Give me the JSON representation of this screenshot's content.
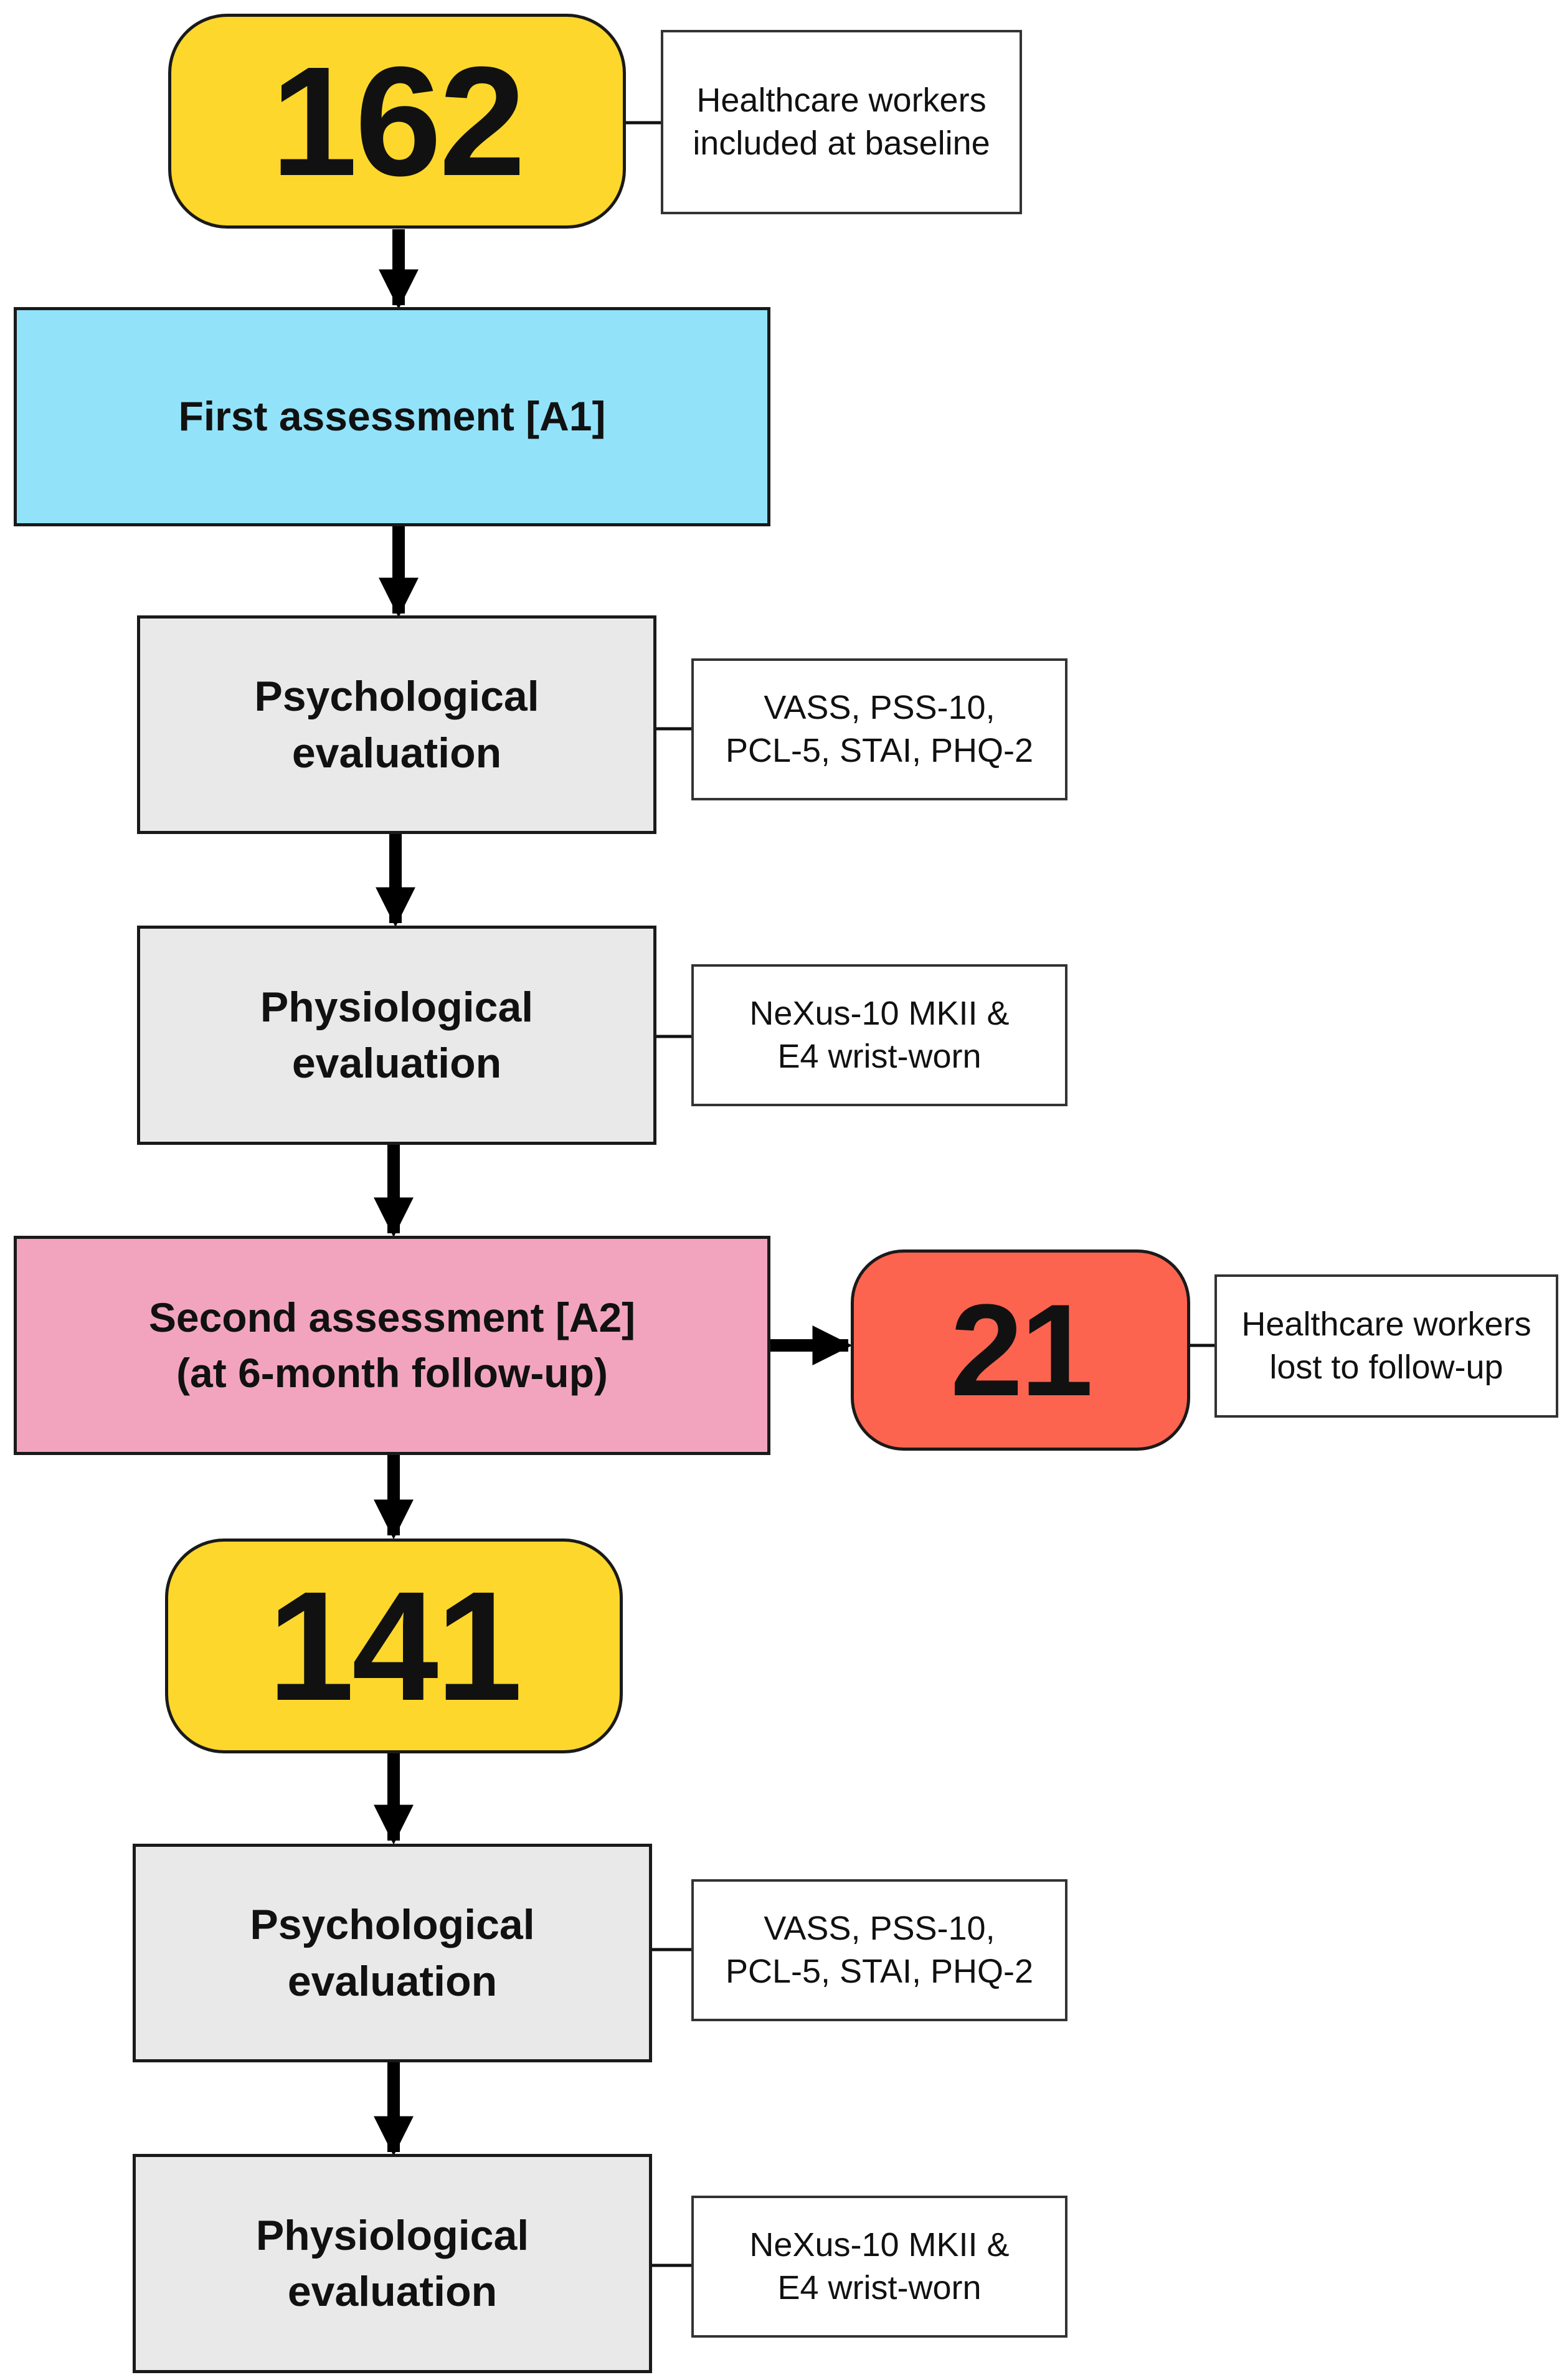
{
  "colors": {
    "count_box": "#fdd72c",
    "first_assessment": "#92e3fa",
    "second_assessment": "#f2a4bf",
    "lost_box": "#fd6450",
    "evaluation_box": "#e9e9e9"
  },
  "baseline": {
    "count": "162",
    "note_line1": "Healthcare workers",
    "note_line2": "included at baseline"
  },
  "first_assessment": {
    "label": "First assessment [A1]"
  },
  "a1_psych": {
    "label_line1": "Psychological",
    "label_line2": "evaluation",
    "note_line1": "VASS, PSS-10,",
    "note_line2": "PCL-5, STAI, PHQ-2"
  },
  "a1_physio": {
    "label_line1": "Physiological",
    "label_line2": "evaluation",
    "note_line1": "NeXus-10 MKII &",
    "note_line2": "E4 wrist-worn"
  },
  "second_assessment": {
    "label_line1": "Second assessment [A2]",
    "label_line2": "(at 6-month follow-up)"
  },
  "lost": {
    "count": "21",
    "note_line1": "Healthcare workers",
    "note_line2": "lost to follow-up"
  },
  "followup": {
    "count": "141"
  },
  "a2_psych": {
    "label_line1": "Psychological",
    "label_line2": "evaluation",
    "note_line1": "VASS, PSS-10,",
    "note_line2": "PCL-5, STAI, PHQ-2"
  },
  "a2_physio": {
    "label_line1": "Physiological",
    "label_line2": "evaluation",
    "note_line1": "NeXus-10 MKII &",
    "note_line2": "E4 wrist-worn"
  }
}
